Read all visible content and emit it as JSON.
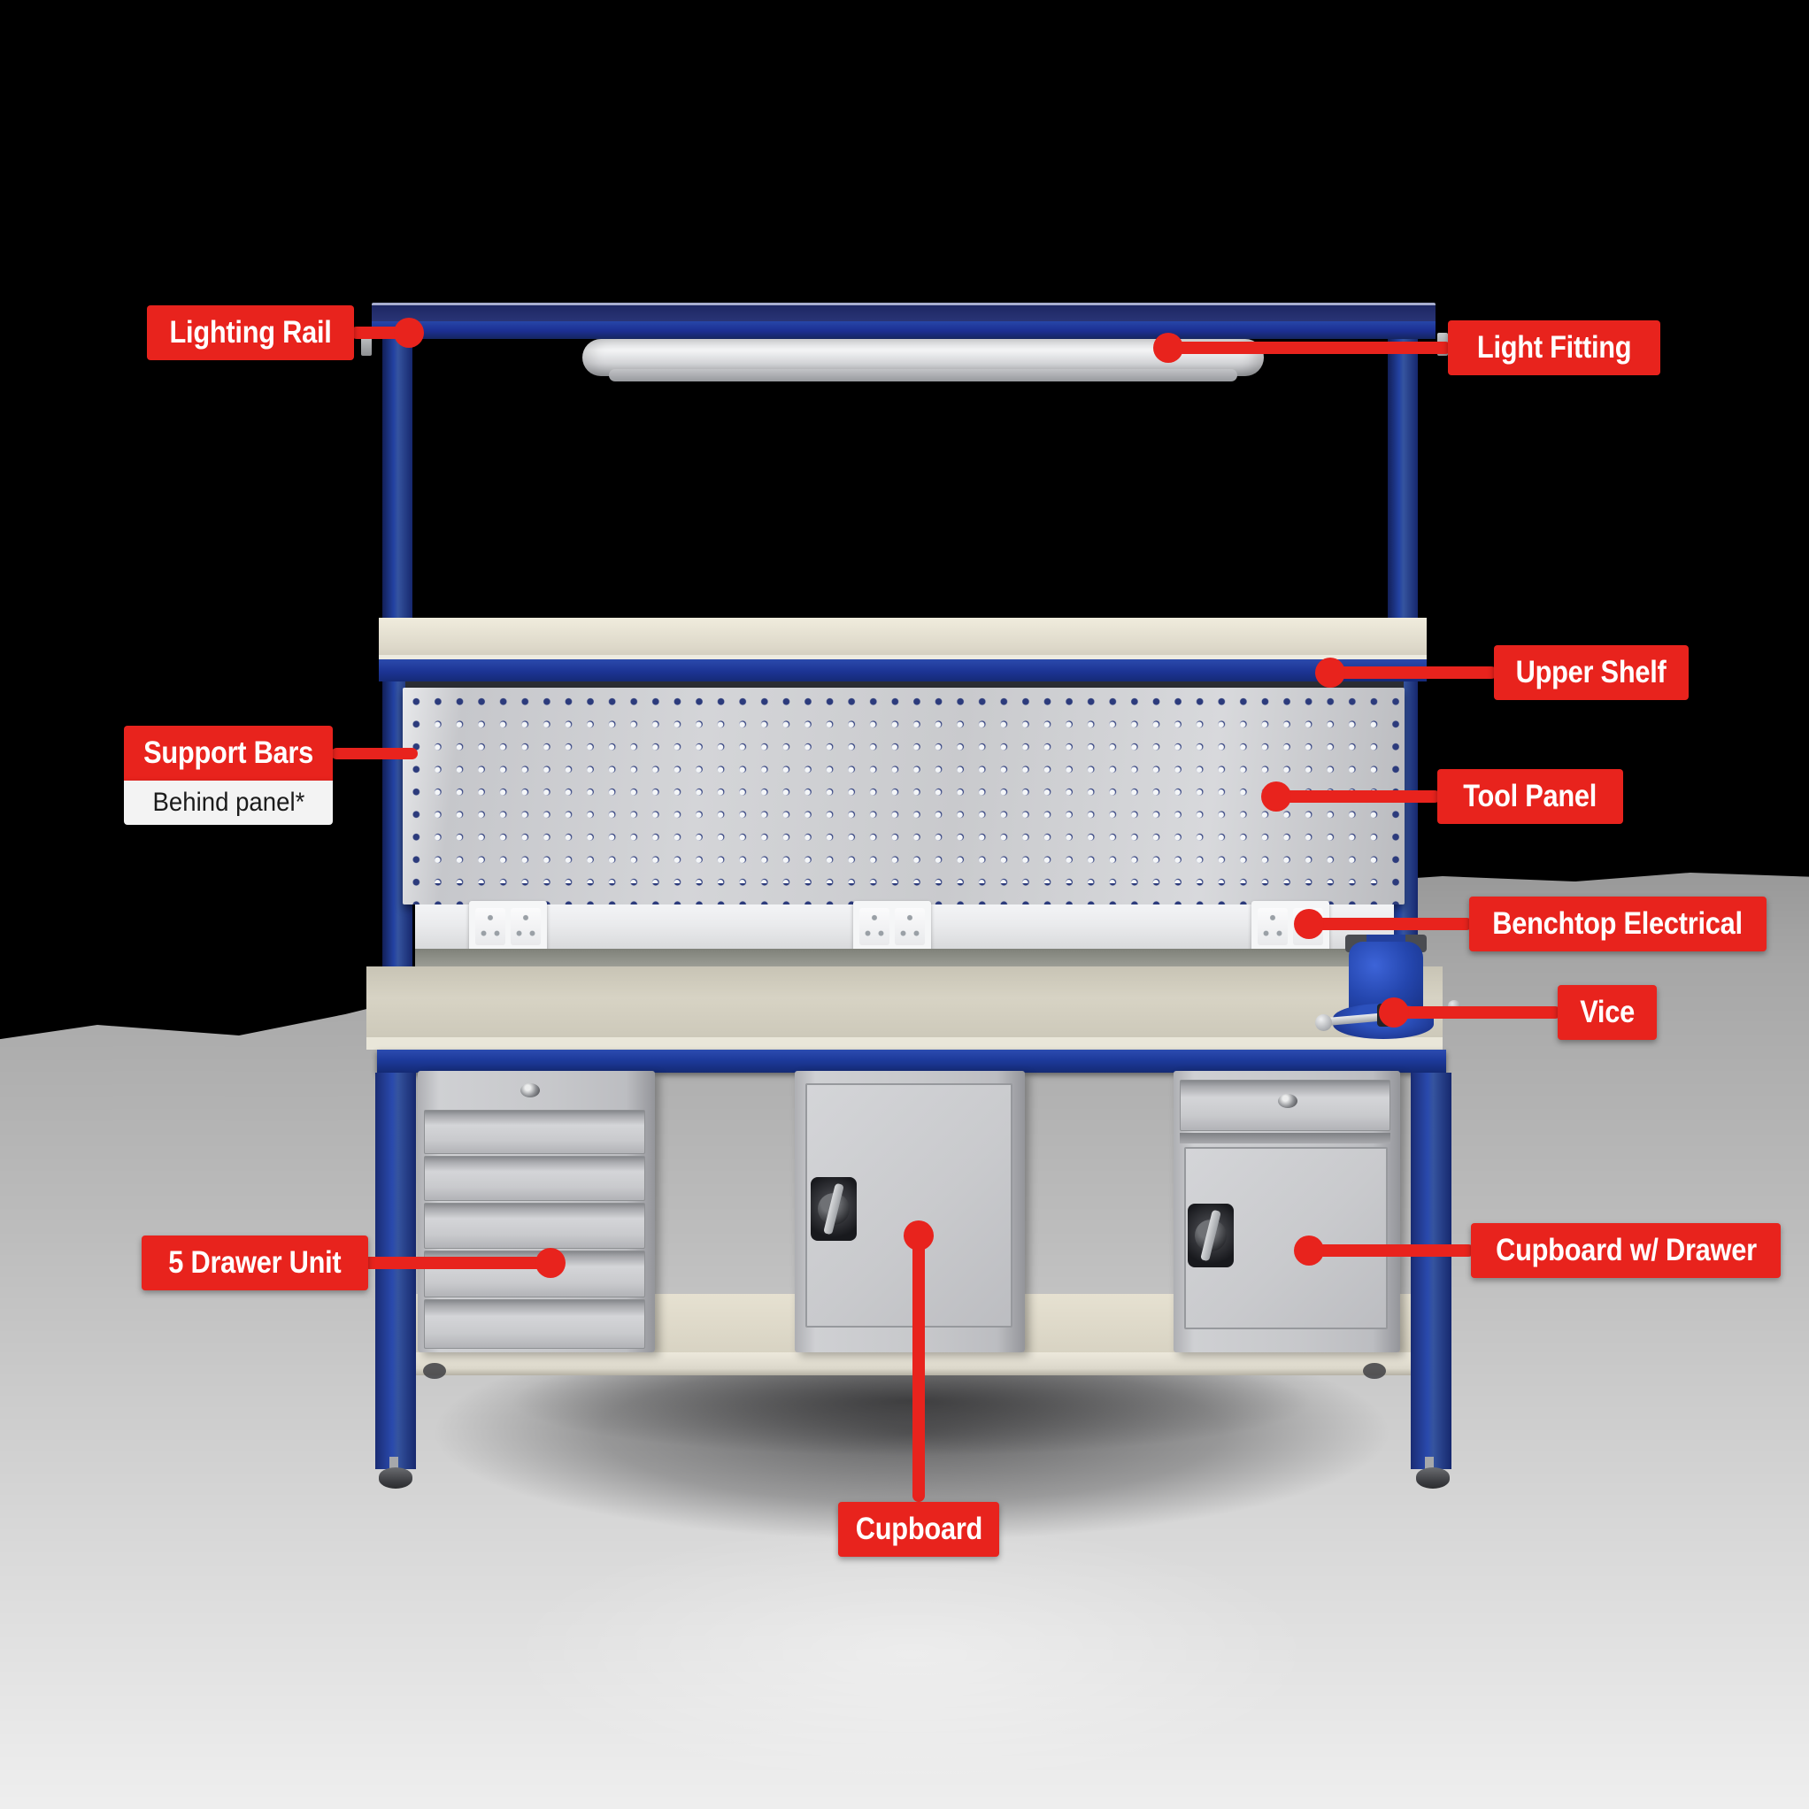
{
  "diagram": {
    "subject": "Workbench product diagram with part callouts"
  },
  "colors": {
    "label_red": "#e8231d",
    "label_text": "#ffffff",
    "note_bg": "#f3f3f3",
    "note_text": "#1b1b1b",
    "frame_blue": "#1d3494",
    "frame_blue_dark": "#15265f",
    "worktop_cream": "#d6d2c3",
    "panel_grey": "#cdced2",
    "cabinet_grey": "#c7c8cb"
  },
  "annotations": {
    "lighting_rail": "Lighting Rail",
    "light_fitting": "Light Fitting",
    "upper_shelf": "Upper Shelf",
    "support_bars": "Support Bars",
    "support_bars_note": "Behind panel*",
    "tool_panel": "Tool Panel",
    "benchtop_electrical": "Benchtop Electrical",
    "vice": "Vice",
    "drawer_unit": "5 Drawer Unit",
    "cupboard_w_drawer": "Cupboard w/ Drawer",
    "cupboard": "Cupboard"
  }
}
